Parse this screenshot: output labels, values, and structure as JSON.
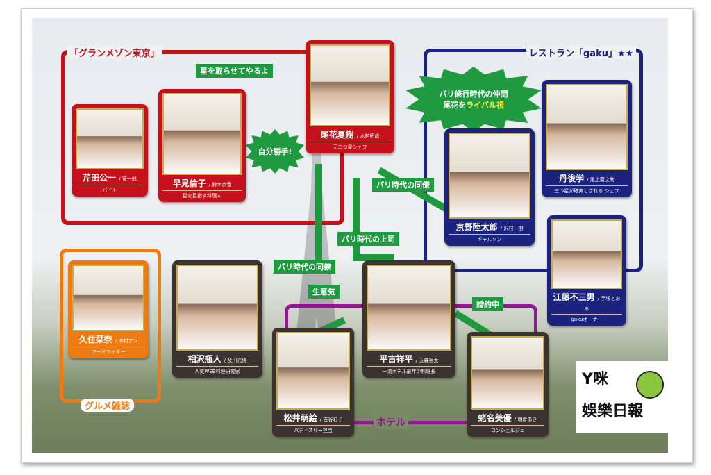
{
  "groups": {
    "grand_maison": "「グランメゾン東京」",
    "gaku": "レストラン「gaku」★★",
    "magazine": "グルメ雑誌",
    "hotel": "ホテル"
  },
  "relations": {
    "star": "星を取らせてやるよ",
    "selfish": "自分勝手!",
    "paris_peer_1": "パリ修行時代の仲間",
    "paris_peer_2_prefix": "尾花を",
    "paris_peer_2_hl": "ライバル視",
    "paris_colleague_a": "パリ時代の同僚",
    "paris_boss": "パリ時代の上司",
    "paris_colleague_b": "パリ時代の同僚",
    "cheeky": "生意気",
    "engaged": "婚約中"
  },
  "characters": [
    {
      "name": "芹田公一",
      "actor": "/ 寛一郎",
      "role": "バイト"
    },
    {
      "name": "早見倫子",
      "actor": "/ 鈴木京香",
      "role": "星を目指す料理人"
    },
    {
      "name": "尾花夏樹",
      "actor": "/ 木村拓哉",
      "role": "元二つ星シェフ"
    },
    {
      "name": "丹後学",
      "actor": "/ 尾上菊之助",
      "role": "三つ星が確実とされる シェフ"
    },
    {
      "name": "京野陸太郎",
      "actor": "/ 沢村一樹",
      "role": "ギャルソン"
    },
    {
      "name": "江藤不三男",
      "actor": "/ 手塚とおる",
      "role": "gakuオーナー"
    },
    {
      "name": "久住栞奈",
      "actor": "/ 中村アン",
      "role": "フードライター"
    },
    {
      "name": "相沢瓶人",
      "actor": "/ 及川光博",
      "role": "人気WEB料理研究家"
    },
    {
      "name": "平古祥平",
      "actor": "/ 玉森裕太",
      "role": "一流ホテル最年少料理長"
    },
    {
      "name": "松井萌絵",
      "actor": "/ 吉谷彩子",
      "role": "パティスリー担当"
    },
    {
      "name": "蛯名美優",
      "actor": "/ 朝倉あき",
      "role": "コンシェルジュ"
    }
  ],
  "watermark": {
    "line1": "Y咪",
    "line2": "娛樂日報"
  },
  "colors": {
    "red": "#c4111b",
    "blue": "#1b237f",
    "dark": "#3a3330",
    "orange": "#ee7a12",
    "green": "#1f9a40",
    "purple": "#8b1a8b"
  }
}
